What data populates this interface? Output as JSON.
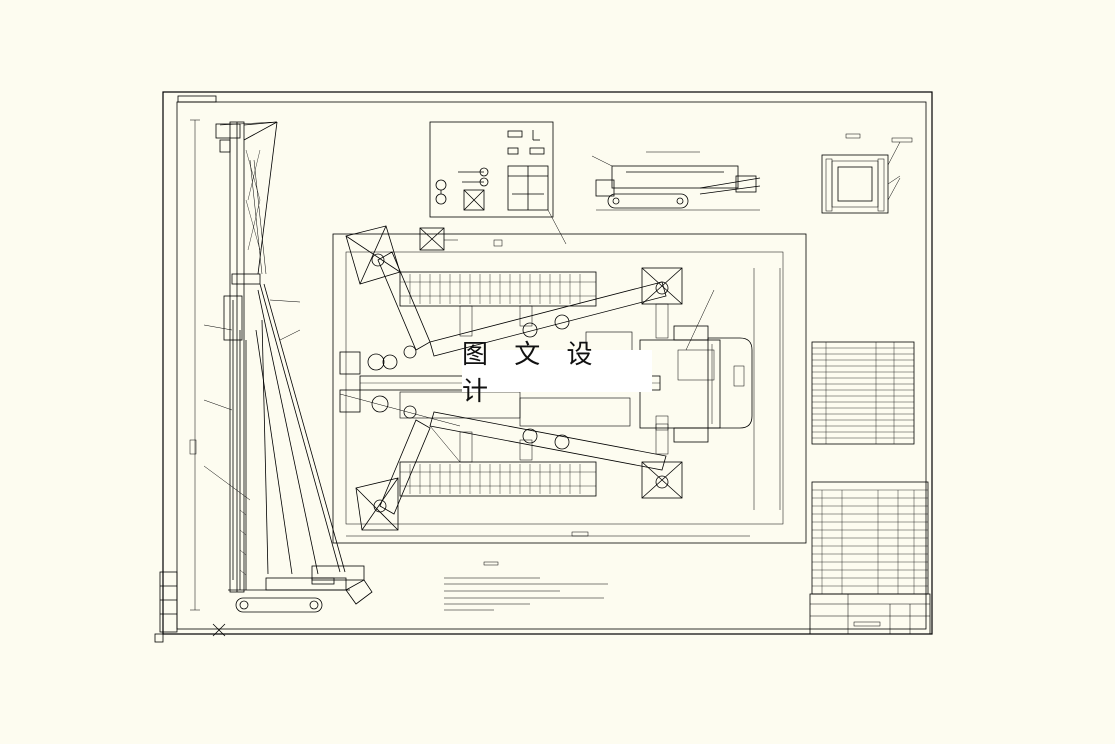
{
  "watermark": {
    "text": "图 文 设 计"
  },
  "colors": {
    "background": "#fdfcf0",
    "line": "#000000",
    "watermark_bg": "#ffffff"
  },
  "sheet": {
    "views": [
      "side-elevation-view",
      "top-plan-view",
      "detail-view-tools",
      "detail-view-side-small",
      "detail-view-section"
    ],
    "tables": [
      "parameter-table",
      "parts-list-table",
      "title-block"
    ]
  }
}
